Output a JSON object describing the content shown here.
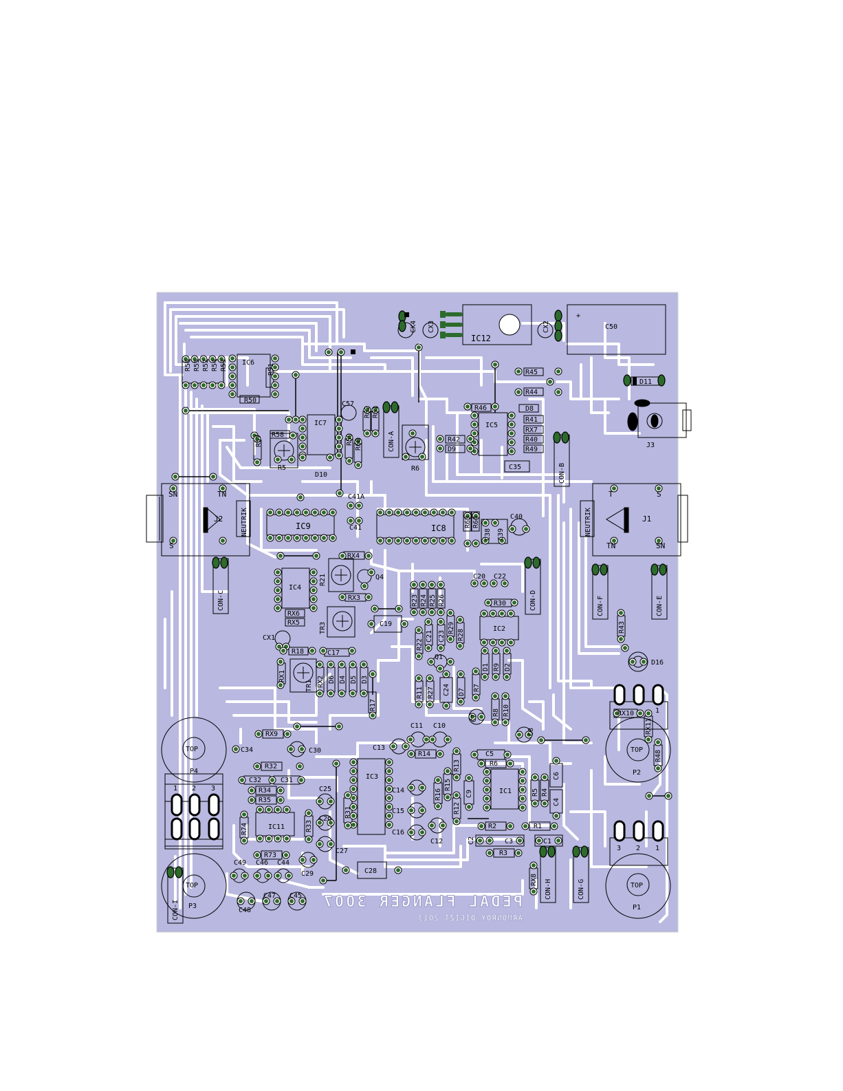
{
  "board": {
    "title": "PEDAL FLANGER 3007",
    "credit": "ARMONROY/DIGIZT 2013",
    "mirrored": true,
    "colors": {
      "background": "#ffffff",
      "board": "#b8b8e0",
      "trace": "#ffffff",
      "pad": "#2d6b2d",
      "outline": "#000000"
    }
  },
  "ics": {
    "ic1": "IC1",
    "ic2": "IC2",
    "ic3": "IC3",
    "ic4": "IC4",
    "ic5": "IC5",
    "ic6": "IC6",
    "ic7": "IC7",
    "ic8": "IC8",
    "ic9": "IC9",
    "ic11": "IC11",
    "ic12": "IC12"
  },
  "jacks": {
    "j1": "J1",
    "j2": "J2",
    "j3": "J3",
    "neutrik": "NEUTRIK",
    "sn": "SN",
    "tn": "TN",
    "s": "S",
    "t": "T"
  },
  "pots": {
    "p1": "P1",
    "p2": "P2",
    "p3": "P3",
    "p4": "P4",
    "top": "TOP",
    "pin1": "1",
    "pin2": "2",
    "pin3": "3"
  },
  "connectors": {
    "con_a": "CON-A",
    "con_b": "CON-B",
    "con_c": "CON-C",
    "con_d": "CON-D",
    "con_e": "CON-E",
    "con_f": "CON-F",
    "con_g": "CON-G",
    "con_h": "CON-H",
    "con_i": "CON-I"
  },
  "labels": {
    "c50": "C50",
    "c57": "C57",
    "cx2": "CX2",
    "cx3": "CX3",
    "cx4": "CX4",
    "r56": "R56",
    "r55": "R55",
    "r52": "R52",
    "r54": "R54",
    "r53": "R53",
    "r51": "R51",
    "r50": "R50",
    "r58": "R58",
    "r57": "R57",
    "r5": "R5",
    "d10": "D10",
    "r59": "R59",
    "r60": "R60",
    "r61": "R61",
    "r62": "R62",
    "r6": "R6",
    "r45": "R45",
    "r44": "R44",
    "r46": "R46",
    "d8": "D8",
    "r41": "R41",
    "rx7": "RX7",
    "r40": "R40",
    "r49": "R49",
    "r42": "R42",
    "d9": "D9",
    "c35": "C35",
    "d11": "D11",
    "c41a": "C41A",
    "c41": "C41",
    "r63": "R63",
    "r64": "R64",
    "c38": "C38",
    "c39": "C39",
    "c40": "C40",
    "rx4": "RX4",
    "r21": "R21",
    "q4": "Q4",
    "rx3": "RX3",
    "rx6": "RX6",
    "rx5": "RX5",
    "tr3": "TR3",
    "c19": "C19",
    "cx1": "CX1",
    "r23": "R23",
    "r24": "R24",
    "r25": "R25",
    "r26": "R26",
    "c20": "C20",
    "c22": "C22",
    "r30": "R30",
    "r22": "R22",
    "c21": "C21",
    "c23": "C23",
    "r29": "R29",
    "r28": "R28",
    "r18": "R18",
    "c17": "C17",
    "rx1": "RX1",
    "rx2": "RX2",
    "d6": "D6",
    "d4": "D4",
    "d5": "D5",
    "d3": "D3",
    "tr1": "TR1",
    "r17": "R17",
    "q1": "Q1",
    "d1": "D1",
    "r9": "R9",
    "d2": "D2",
    "r11": "R11",
    "r27": "R27",
    "c24": "C24",
    "d7": "D7",
    "r7": "R7",
    "r8": "R8",
    "r10": "R10",
    "c7": "C7",
    "c8": "C8",
    "r43": "R43",
    "d16": "D16",
    "rx10": "RX10",
    "rx11": "RX11",
    "r48": "R48",
    "rx9": "RX9",
    "c34": "C34",
    "c30": "C30",
    "r32": "R32",
    "c32": "C32",
    "c31": "C31",
    "r34": "R34",
    "r35": "R35",
    "c11": "C11",
    "c10": "C10",
    "c13": "C13",
    "r14": "R14",
    "r13": "R13",
    "c5": "C5",
    "r6b": "R6",
    "c6": "C6",
    "c25": "C25",
    "c14": "C14",
    "c15": "C15",
    "r15": "R15",
    "r16": "R16",
    "c9": "C9",
    "r12": "R12",
    "r5b": "R5",
    "r4": "R4",
    "c4": "C4",
    "r31": "R31",
    "c16": "C16",
    "c12": "C12",
    "r2": "R2",
    "r1": "R1",
    "c2": "C2",
    "c3": "C3",
    "c1": "C1",
    "r3": "R3",
    "r74": "R74",
    "r33": "R33",
    "c26": "C26",
    "c27": "C27",
    "r73": "R73",
    "c29": "C29",
    "c28": "C28",
    "rx8": "RX8",
    "c49": "C49",
    "c46": "C46",
    "c44": "C44",
    "c48": "C48",
    "c47": "C47",
    "c45": "C45"
  }
}
